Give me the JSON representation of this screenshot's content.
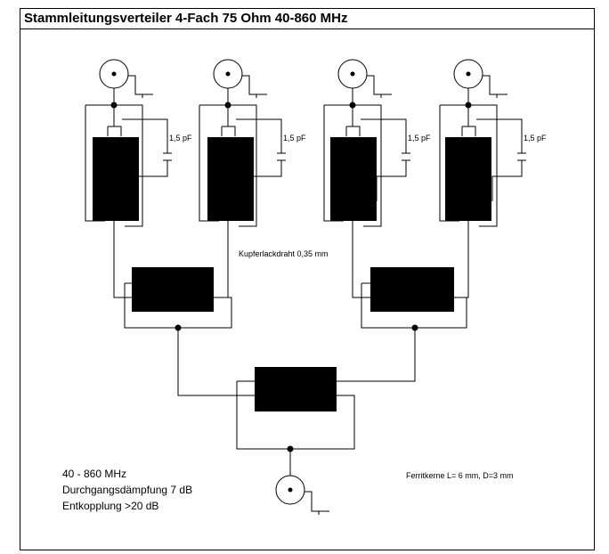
{
  "title": "Stammleitungsverteiler 4-Fach 75 Ohm 40-860 MHz",
  "capacitor_label": "1,5 pF",
  "wire_label": "Kupferlackdraht 0,35 mm",
  "specs": [
    "40 - 860 MHz",
    "Durchgangsdämpfung 7 dB",
    "Entkopplung >20 dB"
  ],
  "ferrite_label": "Ferritkerne L= 6 mm, D=3 mm",
  "colors": {
    "ink": "#000000",
    "paper": "#ffffff"
  }
}
